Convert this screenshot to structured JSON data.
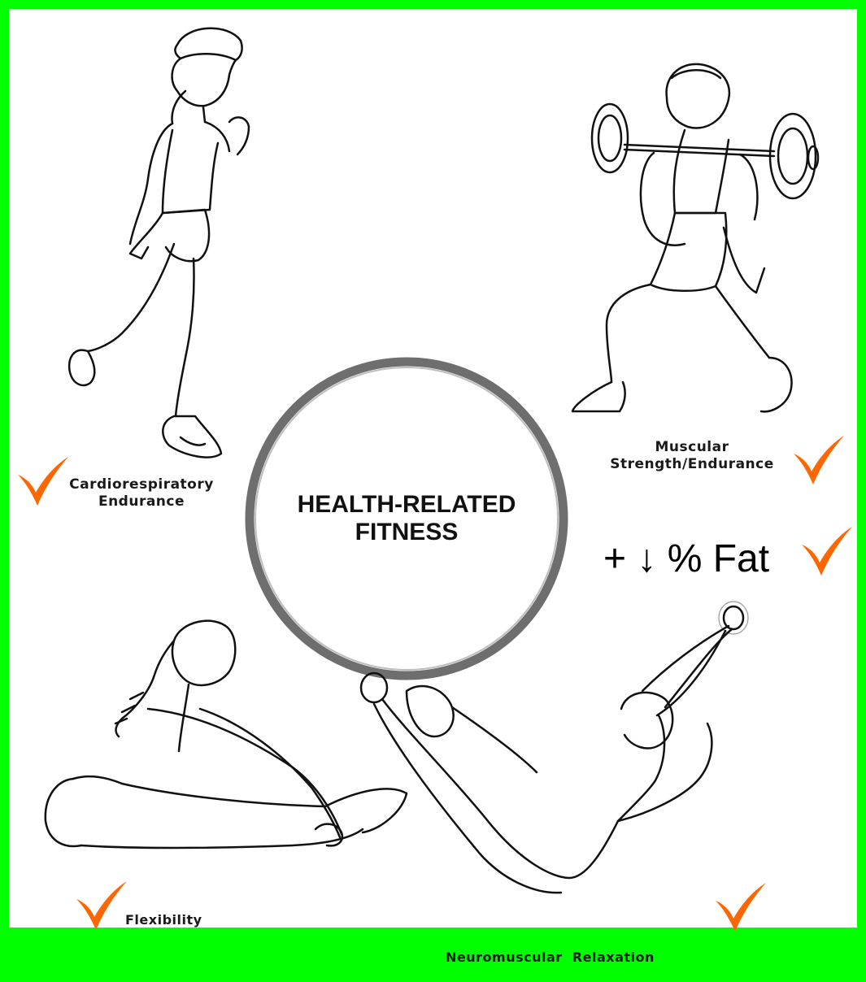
{
  "center": {
    "line1": "HEALTH-RELATED",
    "line2": "FITNESS"
  },
  "components": {
    "cardio": {
      "line1": "Cardiorespiratory",
      "line2": "Endurance"
    },
    "strength": {
      "line1": "Muscular",
      "line2": "Strength/Endurance"
    },
    "flexibility": {
      "line1": "Flexibility"
    },
    "relaxation": {
      "line1": "Neuromuscular  Relaxation"
    }
  },
  "fat_note": "+ ↓ % Fat",
  "colors": {
    "frame": "#00ff00",
    "check": "#ff6600",
    "ink": "#1a1a1a",
    "circle": "#6e6e6e"
  },
  "icons": [
    "runner-figure",
    "weightlifter-figure",
    "stretching-figure",
    "relaxation-figure",
    "checkmark-icon"
  ]
}
